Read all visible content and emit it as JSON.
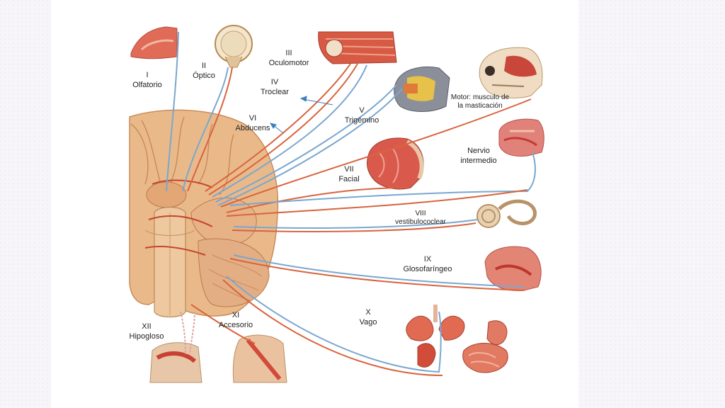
{
  "labels": {
    "olfatorio": {
      "num": "I",
      "name": "Olfatorio"
    },
    "optico": {
      "num": "II",
      "name": "Óptico"
    },
    "oculomotor": {
      "num": "III",
      "name": "Oculomotor"
    },
    "troclear": {
      "num": "IV",
      "name": "Troclear"
    },
    "trigemino": {
      "num": "V",
      "name": "Trigémino"
    },
    "motor": {
      "line1": "Motor: musculo de",
      "line2": "la masticación"
    },
    "abducens": {
      "num": "VI",
      "name": "Abducens"
    },
    "facial": {
      "num": "VII",
      "name": "Facial"
    },
    "intermedio": {
      "line1": "Nervio",
      "line2": "intermedio"
    },
    "vestibulococlear": {
      "num": "VIII",
      "name": "vestibulococlear"
    },
    "glosofaringeo": {
      "num": "IX",
      "name": "Glosofaríngeo"
    },
    "vago": {
      "num": "X",
      "name": "Vago"
    },
    "accesorio": {
      "num": "XI",
      "name": "Accesorio"
    },
    "hipogloso": {
      "num": "XII",
      "name": "Hipogloso"
    }
  },
  "colors": {
    "nerve_blue": "#7aa7cf",
    "nerve_red": "#d8643e",
    "brain": "#e9b57e",
    "tissue": "#d9534a",
    "arrow": "#3f7fbf"
  }
}
